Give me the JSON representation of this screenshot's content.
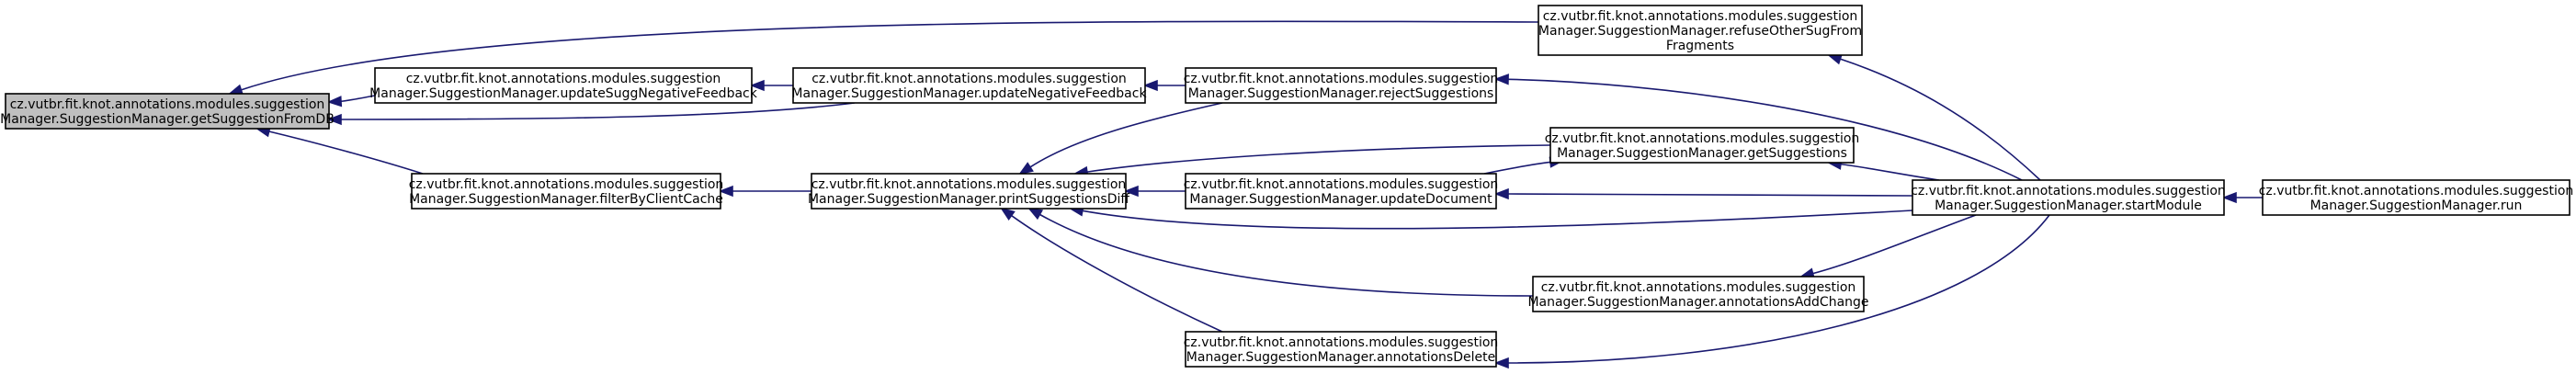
{
  "diagram": {
    "type": "call-graph",
    "nodes": [
      {
        "id": "getSuggestionFromDB",
        "lines": [
          "cz.vutbr.fit.knot.annotations.modules.suggestion",
          "Manager.SuggestionManager.getSuggestionFromDB"
        ],
        "highlighted": true
      },
      {
        "id": "updateSuggNegativeFeedback",
        "lines": [
          "cz.vutbr.fit.knot.annotations.modules.suggestion",
          "Manager.SuggestionManager.updateSuggNegativeFeedback"
        ]
      },
      {
        "id": "filterByClientCache",
        "lines": [
          "cz.vutbr.fit.knot.annotations.modules.suggestion",
          "Manager.SuggestionManager.filterByClientCache"
        ]
      },
      {
        "id": "updateNegativeFeedback",
        "lines": [
          "cz.vutbr.fit.knot.annotations.modules.suggestion",
          "Manager.SuggestionManager.updateNegativeFeedback"
        ]
      },
      {
        "id": "printSuggestionsDiff",
        "lines": [
          "cz.vutbr.fit.knot.annotations.modules.suggestion",
          "Manager.SuggestionManager.printSuggestionsDiff"
        ]
      },
      {
        "id": "rejectSuggestions",
        "lines": [
          "cz.vutbr.fit.knot.annotations.modules.suggestion",
          "Manager.SuggestionManager.rejectSuggestions"
        ]
      },
      {
        "id": "updateDocument",
        "lines": [
          "cz.vutbr.fit.knot.annotations.modules.suggestion",
          "Manager.SuggestionManager.updateDocument"
        ]
      },
      {
        "id": "annotationsDelete",
        "lines": [
          "cz.vutbr.fit.knot.annotations.modules.suggestion",
          "Manager.SuggestionManager.annotationsDelete"
        ]
      },
      {
        "id": "refuseOtherSugFromFragments",
        "lines": [
          "cz.vutbr.fit.knot.annotations.modules.suggestion",
          "Manager.SuggestionManager.refuseOtherSugFrom",
          "Fragments"
        ]
      },
      {
        "id": "getSuggestions",
        "lines": [
          "cz.vutbr.fit.knot.annotations.modules.suggestion",
          "Manager.SuggestionManager.getSuggestions"
        ]
      },
      {
        "id": "annotationsAddChange",
        "lines": [
          "cz.vutbr.fit.knot.annotations.modules.suggestion",
          "Manager.SuggestionManager.annotationsAddChange"
        ]
      },
      {
        "id": "startModule",
        "lines": [
          "cz.vutbr.fit.knot.annotations.modules.suggestion",
          "Manager.SuggestionManager.startModule"
        ]
      },
      {
        "id": "run",
        "lines": [
          "cz.vutbr.fit.knot.annotations.modules.suggestion",
          "Manager.SuggestionManager.run"
        ]
      }
    ],
    "edges": [
      {
        "from": "updateSuggNegativeFeedback",
        "to": "getSuggestionFromDB"
      },
      {
        "from": "updateNegativeFeedback",
        "to": "getSuggestionFromDB"
      },
      {
        "from": "refuseOtherSugFromFragments",
        "to": "getSuggestionFromDB"
      },
      {
        "from": "filterByClientCache",
        "to": "getSuggestionFromDB"
      },
      {
        "from": "updateNegativeFeedback",
        "to": "updateSuggNegativeFeedback"
      },
      {
        "from": "rejectSuggestions",
        "to": "updateNegativeFeedback"
      },
      {
        "from": "printSuggestionsDiff",
        "to": "filterByClientCache"
      },
      {
        "from": "rejectSuggestions",
        "to": "printSuggestionsDiff"
      },
      {
        "from": "getSuggestions",
        "to": "printSuggestionsDiff"
      },
      {
        "from": "updateDocument",
        "to": "printSuggestionsDiff"
      },
      {
        "from": "startModule",
        "to": "printSuggestionsDiff"
      },
      {
        "from": "annotationsAddChange",
        "to": "printSuggestionsDiff"
      },
      {
        "from": "annotationsDelete",
        "to": "printSuggestionsDiff"
      },
      {
        "from": "startModule",
        "to": "refuseOtherSugFromFragments"
      },
      {
        "from": "startModule",
        "to": "rejectSuggestions"
      },
      {
        "from": "updateDocument",
        "to": "getSuggestions"
      },
      {
        "from": "startModule",
        "to": "getSuggestions"
      },
      {
        "from": "startModule",
        "to": "updateDocument"
      },
      {
        "from": "startModule",
        "to": "annotationsAddChange"
      },
      {
        "from": "startModule",
        "to": "annotationsDelete"
      },
      {
        "from": "run",
        "to": "startModule"
      }
    ]
  }
}
